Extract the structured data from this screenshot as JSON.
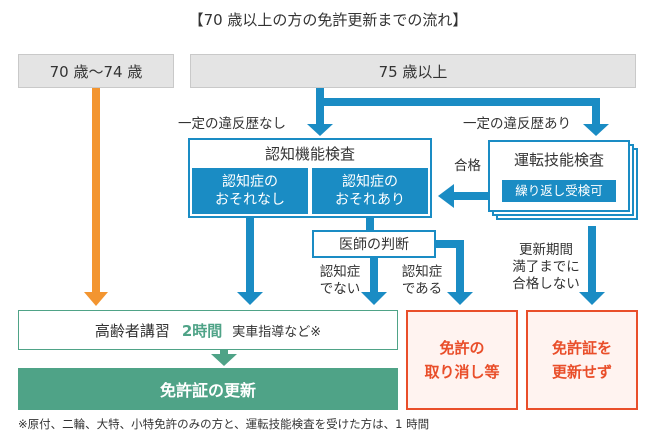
{
  "title": "【70 歳以上の方の免許更新までの流れ】",
  "header": {
    "age_a": "70 歳〜74 歳",
    "age_b": "75 歳以上"
  },
  "branch": {
    "no_violation": "一定の違反歴なし",
    "violation": "一定の違反歴あり"
  },
  "cognitive": {
    "title": "認知機能検査",
    "no_risk": "認知症の\nおそれなし",
    "risk": "認知症の\nおそれあり"
  },
  "pass_label": "合格",
  "driving_test": {
    "title": "運転技能検査",
    "badge": "繰り返し受検可"
  },
  "doctor": {
    "title": "医師の判断",
    "not_dementia": "認知症\nでない",
    "dementia": "認知症\nである"
  },
  "fail_label": "更新期間\n満了までに\n合格しない",
  "lecture": {
    "label": "高齢者講習",
    "hours": "2時間",
    "detail": "実車指導など※"
  },
  "outcomes": {
    "revoke": "免許の\n取り消し等",
    "no_renew": "免許証を\n更新せず"
  },
  "renew": "免許証の更新",
  "footnote": "※原付、二輪、大特、小特免許のみの方と、運転技能検査を受けた方は、1 時間",
  "colors": {
    "blue": "#1a8cc4",
    "orange": "#f39530",
    "green": "#4fa387",
    "red": "#e94e2a",
    "gray": "#e4e4e4"
  }
}
